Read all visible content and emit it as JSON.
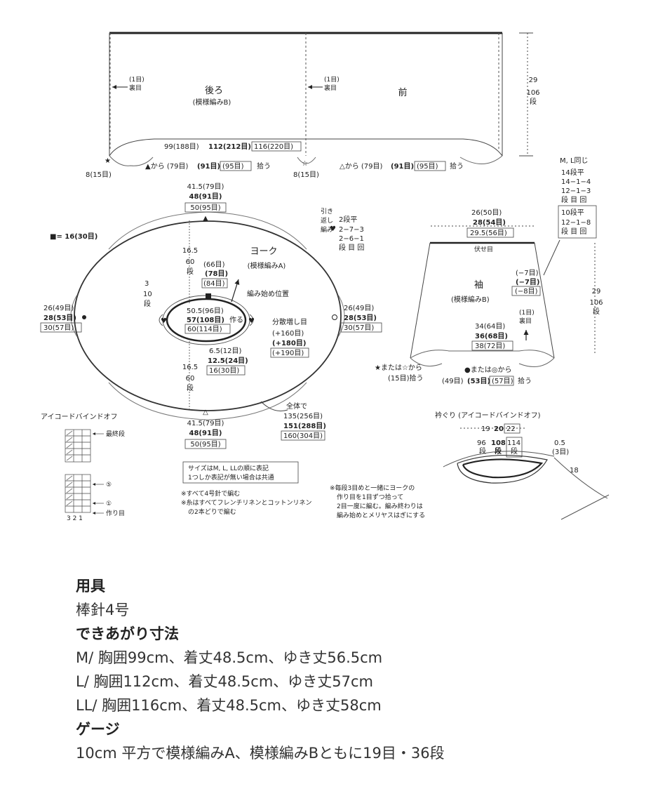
{
  "body_diagram": {
    "back_label": "後ろ",
    "back_pattern": "(模様編みB)",
    "front_label": "前",
    "purl1_l1": "(1目)",
    "purl1_l2": "裏目",
    "height_top": "29",
    "height_mid": "106",
    "height_bot": "段",
    "width_a": "99(188目)",
    "width_b": "112(212目)",
    "width_c": "116(220目)",
    "left_star_label": "8(15目)",
    "center_label": "8(15目)",
    "pickup_left_a": "▲から (79目)",
    "pickup_left_b": "(91目)",
    "pickup_left_c": "(95目)",
    "pickup_left_d": "拾う",
    "pickup_right_a": "△から (79目)",
    "pickup_right_b": "(91目)",
    "pickup_right_c": "(95目)",
    "pickup_right_d": "拾う",
    "star": "★",
    "star_outline": "☆"
  },
  "yoke": {
    "title": "ヨーク",
    "pattern": "(模様編みA)",
    "square_note": "■= 16(30目)",
    "top_a": "41.5(79目)",
    "top_b": "48(91目)",
    "top_c": "50(95目)",
    "bottom_a": "41.5(79目)",
    "bottom_b": "48(91目)",
    "bottom_c": "50(95目)",
    "left_a": "26(49目)",
    "left_b": "28(53目)",
    "left_c": "30(57目)",
    "right_a": "26(49目)",
    "right_b": "28(53目)",
    "right_c": "30(57目)",
    "depth_upper_a": "16.5",
    "depth_upper_b": "60",
    "depth_upper_c": "段",
    "depth_lower_a": "16.5",
    "depth_lower_b": "60",
    "depth_lower_c": "段",
    "inner_a": "(66目)",
    "inner_b": "(78目)",
    "inner_c": "(84目)",
    "small_depth_a": "3",
    "small_depth_b": "10",
    "small_depth_c": "段",
    "start_position": "編み始め位置",
    "cast_a": "50.5(96目)",
    "cast_b": "57(108目)",
    "cast_b2": "作る",
    "cast_c": "60(114目)",
    "low_a": "6.5(12目)",
    "low_b": "12.5(24目)",
    "low_c": "16(30目)",
    "increase_title": "分散増し目",
    "increase_a": "(+160目)",
    "increase_b": "(+180目)",
    "increase_c": "(+190目)",
    "short_row_l1": "引き",
    "short_row_l2": "返し",
    "short_row_l3": "編み",
    "short_row_r1": "2段平",
    "short_row_r2": "2−7−3",
    "short_row_r3": "2−6−1",
    "short_row_r4": "段 目 回",
    "total_label": "全体で",
    "total_a": "135(256目)",
    "total_b": "151(288目)",
    "total_c": "160(304目)",
    "heart": "♥",
    "triangle_up": "▲",
    "triangle_outline": "△"
  },
  "sleeve": {
    "title": "袖",
    "pattern": "(模様編みB)",
    "top_a": "26(50目)",
    "top_b": "28(54目)",
    "top_c": "29.5(56目)",
    "bind_off": "伏せ目",
    "dec_a": "(−7目)",
    "dec_b": "(−7目)",
    "dec_c": "(−8目)",
    "purl_l1": "(1目)",
    "purl_l2": "裏目",
    "bottom_a": "34(64目)",
    "bottom_b": "36(68目)",
    "bottom_c": "38(72目)",
    "pick_a": "★または☆から",
    "pick_b": "(15目)拾う",
    "pick_c": "●または◎から",
    "pick_d": "(49目)",
    "pick_e": "(53目)",
    "pick_f": "(57目)",
    "pick_g": "拾う",
    "height_a": "29",
    "height_b": "106",
    "height_c": "段",
    "ml_same": "M, L同じ",
    "ml_r1": "14段平",
    "ml_r2": "14−1−4",
    "ml_r3": "12−1−3",
    "ml_r4": "段 目 回",
    "ll_r1": "10段平",
    "ll_r2": "12−1−8",
    "ll_r3": "段 目 回"
  },
  "icord": {
    "title": "アイコードバインドオフ",
    "last_row": "最終段",
    "row5": "⑤",
    "row1": "①",
    "cast_on": "作り目",
    "cols": "3 2 1"
  },
  "neckline": {
    "title": "衿ぐり (アイコードバインドオフ)",
    "a": "19",
    "b": "20",
    "c": "22",
    "col1_a": "96",
    "col1_b": "段",
    "col2_a": "108",
    "col2_b": "段",
    "col3_a": "114",
    "col3_b": "段",
    "right_a": "0.5",
    "right_b": "(3目)",
    "eighteen": "18"
  },
  "notes_box": {
    "line1": "サイズはM, L, LLの順に表記",
    "line2": "1つしか表記が無い場合は共通",
    "star_note1": "※すべて4号針で編む",
    "star_note2": "※糸はすべてフレンチリネンとコットンリネン",
    "star_note3": "の2本どりで編む",
    "neck_note1": "※毎段3目めと一緒にヨークの",
    "neck_note2": "作り目を1目ずつ拾って",
    "neck_note3": "2目一度に編む。編み終わりは",
    "neck_note4": "編み始めとメリヤスはぎにする"
  },
  "notes": {
    "tools_head": "用具",
    "tools": "棒針4号",
    "size_head": "できあがり寸法",
    "size_m": "M/ 胸囲99cm、着丈48.5cm、ゆき丈56.5cm",
    "size_l": "L/ 胸囲112cm、着丈48.5cm、ゆき丈57cm",
    "size_ll": "LL/ 胸囲116cm、着丈48.5cm、ゆき丈58cm",
    "gauge_head": "ゲージ",
    "gauge": "10cm 平方で模様編みA、模様編みBともに19目・36段"
  }
}
